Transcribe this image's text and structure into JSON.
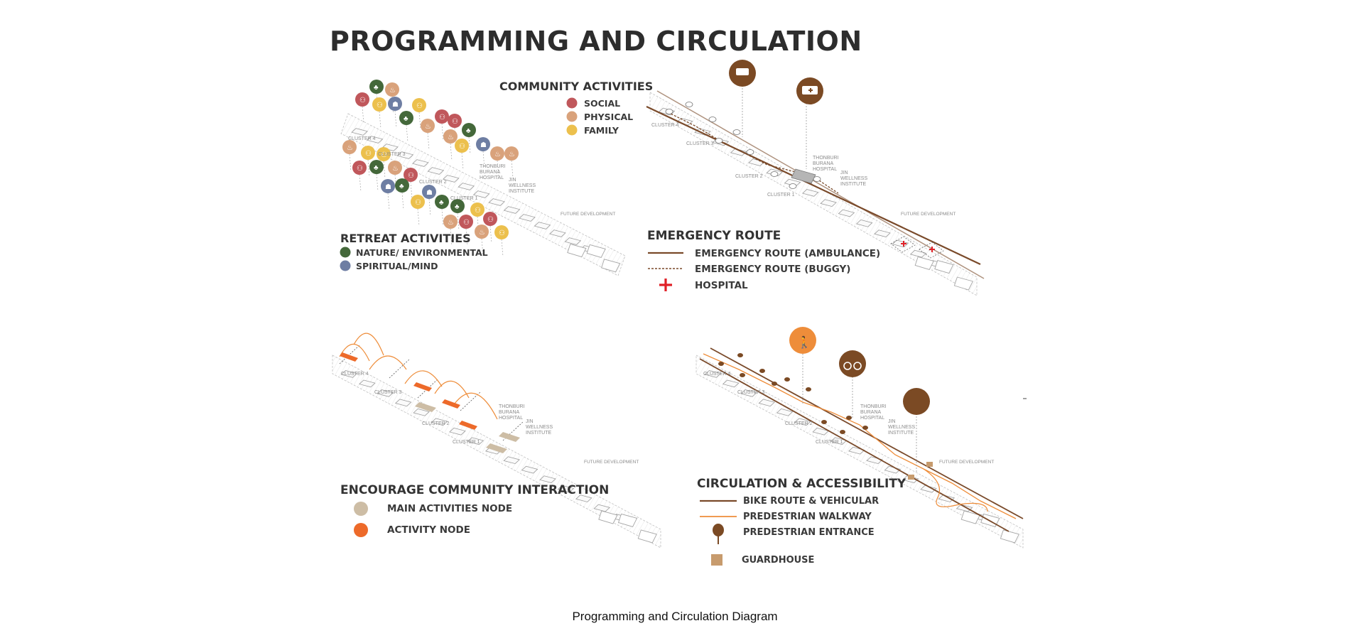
{
  "title": "PROGRAMMING AND CIRCULATION",
  "caption": "Programming and Circulation Diagram",
  "colors": {
    "social": "#c0575b",
    "physical": "#d9a27b",
    "family": "#ecc04d",
    "nature": "#44683a",
    "spiritual": "#6e7ea3",
    "route_dark": "#7a4a2a",
    "route_orange": "#ee8d3a",
    "activity_node": "#ed6a2a",
    "main_node": "#cdbda5",
    "hospital_red": "#e02027",
    "guardhouse": "#c79b6d",
    "icon_brown": "#7b4a24"
  },
  "programming": {
    "community_title": "COMMUNITY ACTIVITIES",
    "community_legend": [
      "SOCIAL",
      "PHYSICAL",
      "FAMILY"
    ],
    "retreat_title": "RETREAT ACTIVITIES",
    "retreat_legend": [
      "NATURE/ ENVIRONMENTAL",
      "SPIRITUAL/MIND"
    ]
  },
  "emergency": {
    "title": "EMERGENCY ROUTE",
    "legend": [
      "EMERGENCY ROUTE (AMBULANCE)",
      "EMERGENCY ROUTE (BUGGY)",
      "HOSPITAL"
    ],
    "icons": [
      "buggy-icon",
      "ambulance-icon"
    ]
  },
  "interaction": {
    "title": "ENCOURAGE COMMUNITY INTERACTION",
    "legend": [
      "MAIN ACTIVITIES NODE",
      "ACTIVITY NODE"
    ]
  },
  "circulation": {
    "title": "CIRCULATION & ACCESSIBILITY",
    "legend": [
      "BIKE ROUTE & VEHICULAR",
      "PREDESTRIAN WALKWAY",
      "PREDESTRIAN ENTRANCE",
      "GUARDHOUSE"
    ],
    "icons": [
      "walking-icon",
      "bicycle-icon"
    ]
  },
  "map_labels": {
    "cluster1": "CLUSTER 1",
    "cluster2": "CLUSTER 2",
    "cluster3": "CLUSTER 3",
    "cluster4": "CLUSTER 4",
    "hospital": [
      "THONBURI",
      "BURANA",
      "HOSPITAL"
    ],
    "institute": [
      "JIN",
      "WELLNESS",
      "INSTITUTE"
    ],
    "future": "FUTURE DEVELOPMENT"
  }
}
